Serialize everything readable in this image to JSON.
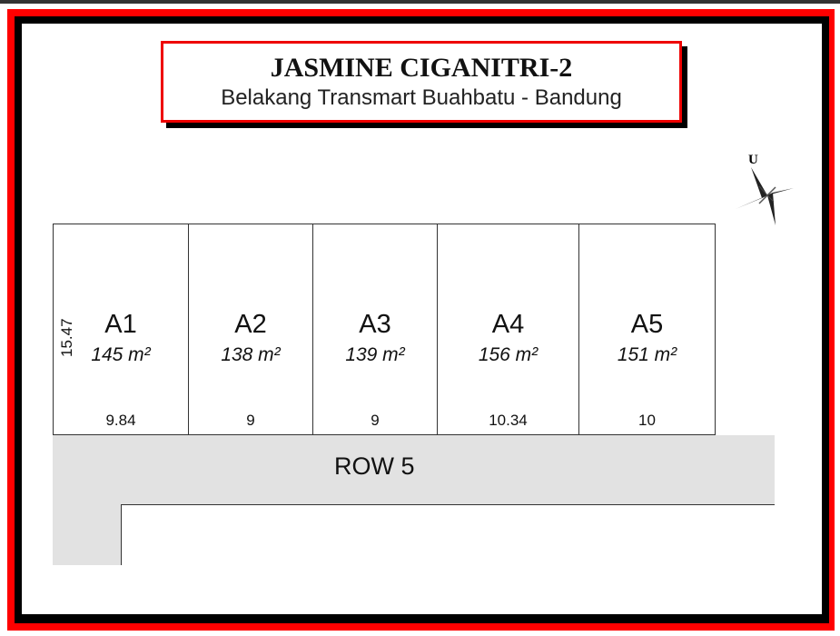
{
  "title": "JASMINE CIGANITRI-2",
  "subtitle": "Belakang Transmart Buahbatu - Bandung",
  "compass_label": "U",
  "depth": "15.47",
  "road_label": "ROW 5",
  "lots": [
    {
      "name": "A1",
      "area": "145 m²",
      "width": "9.84"
    },
    {
      "name": "A2",
      "area": "138 m²",
      "width": "9"
    },
    {
      "name": "A3",
      "area": "139 m²",
      "width": "9"
    },
    {
      "name": "A4",
      "area": "156 m²",
      "width": "10.34"
    },
    {
      "name": "A5",
      "area": "151 m²",
      "width": "10"
    }
  ]
}
